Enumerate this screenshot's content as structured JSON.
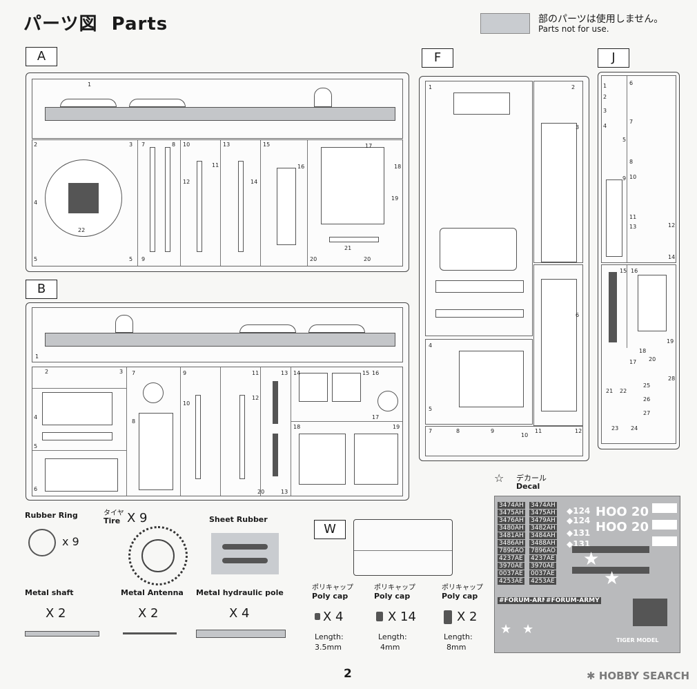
{
  "header": {
    "title_jp": "パーツ図",
    "title_en": "Parts",
    "legend_jp": "部のパーツは使用しません。",
    "legend_en": "Parts not for use."
  },
  "sprues": {
    "A": {
      "label": "A",
      "numbers": [
        "1",
        "2",
        "3",
        "4",
        "5",
        "5",
        "7",
        "8",
        "9",
        "10",
        "11",
        "12",
        "13",
        "14",
        "15",
        "16",
        "17",
        "18",
        "19",
        "20",
        "21",
        "20",
        "22"
      ]
    },
    "B": {
      "label": "B",
      "numbers": [
        "1",
        "2",
        "3",
        "4",
        "5",
        "6",
        "7",
        "8",
        "9",
        "10",
        "11",
        "12",
        "13",
        "14",
        "15",
        "16",
        "17",
        "18",
        "19",
        "20",
        "13"
      ]
    },
    "F": {
      "label": "F",
      "numbers": [
        "1",
        "2",
        "3",
        "4",
        "5",
        "6",
        "7",
        "8",
        "9",
        "10",
        "11",
        "12"
      ]
    },
    "J": {
      "label": "J",
      "numbers": [
        "1",
        "2",
        "3",
        "4",
        "5",
        "6",
        "7",
        "8",
        "9",
        "10",
        "11",
        "12",
        "13",
        "14",
        "15",
        "16",
        "17",
        "18",
        "19",
        "20",
        "21",
        "22",
        "23",
        "24",
        "25",
        "26",
        "27",
        "28"
      ]
    },
    "W": {
      "label": "W"
    }
  },
  "extras": {
    "rubber_ring": {
      "label": "Rubber Ring",
      "qty": "x 9"
    },
    "tire": {
      "label_jp": "タイヤ",
      "label_en": "Tire",
      "qty": "X 9"
    },
    "sheet_rubber": {
      "label": "Sheet Rubber"
    },
    "metal_shaft": {
      "label": "Metal shaft",
      "qty": "X 2"
    },
    "metal_antenna": {
      "label": "Metal Antenna",
      "qty": "X 2"
    },
    "metal_hydraulic": {
      "label": "Metal hydraulic pole",
      "qty": "X 4"
    },
    "polycaps": [
      {
        "jp": "ポリキャップ",
        "en": "Poly cap",
        "qty": "X 4",
        "len_label": "Length:",
        "len": "3.5mm"
      },
      {
        "jp": "ポリキャップ",
        "en": "Poly cap",
        "qty": "X 14",
        "len_label": "Length:",
        "len": "4mm"
      },
      {
        "jp": "ポリキャップ",
        "en": "Poly cap",
        "qty": "X 2",
        "len_label": "Length:",
        "len": "8mm"
      }
    ]
  },
  "decal": {
    "label_jp": "デカール",
    "label_en": "Decal",
    "plates_left": [
      "3474AH",
      "3475AH",
      "3476AH",
      "3480AH",
      "3481AH",
      "3486AH",
      "7896AO",
      "4237AE",
      "3970AE",
      "0037AE",
      "4253AE"
    ],
    "plates_right": [
      "3474AH",
      "3475AH",
      "3479AH",
      "3482AH",
      "3484AH",
      "3488AH",
      "7896AO",
      "4237AE",
      "3970AE",
      "0037AE",
      "4253AE"
    ],
    "tags": [
      "◆124",
      "◆124",
      "◆131",
      "◆131"
    ],
    "codes": [
      "HOO 20",
      "HOO 20"
    ],
    "banner": "#FORUM-ARMY",
    "brand_small": "TIGER MODEL"
  },
  "footer": {
    "page": "2",
    "watermark": "HOBBY SEARCH"
  }
}
